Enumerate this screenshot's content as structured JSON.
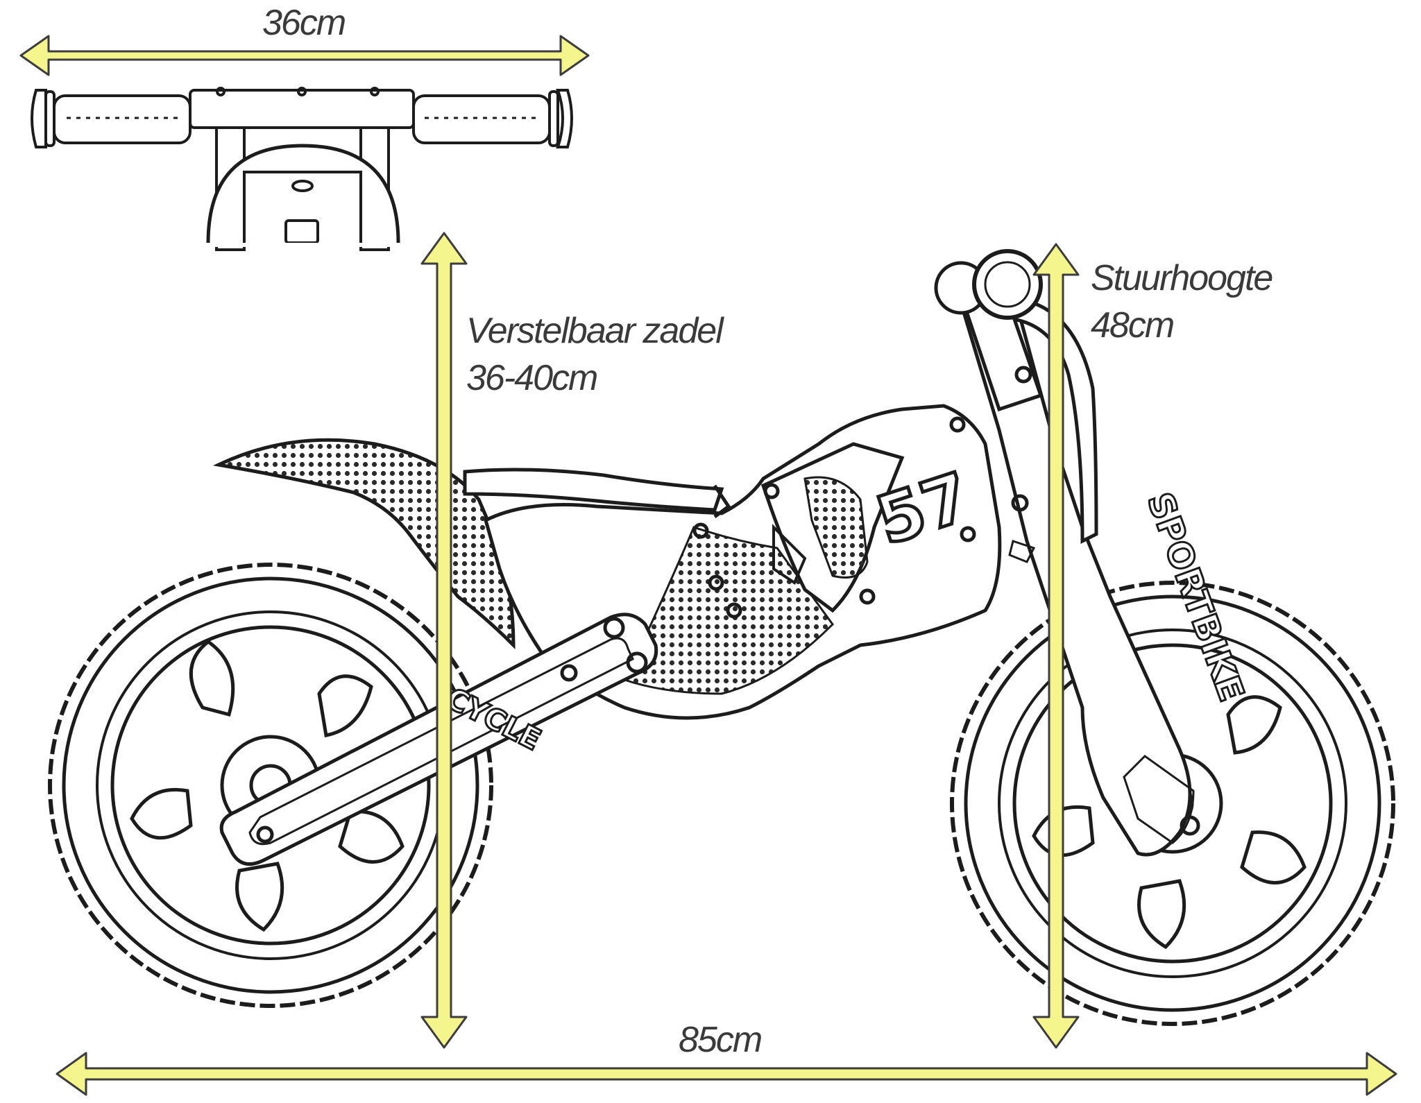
{
  "dimensions": {
    "handlebar_width": "36cm",
    "saddle_label": "Verstelbaar zadel",
    "saddle_range": "36-40cm",
    "handlebar_height_label": "Stuurhoogte",
    "handlebar_height": "48cm",
    "total_length": "85cm"
  },
  "decals": {
    "race_number": "57",
    "frame_text": "CYCLE",
    "fork_text": "SPORTBIKE"
  },
  "colors": {
    "arrow_fill": "#f4f58c",
    "arrow_stroke": "#3c3c3c",
    "line_art": "#1c1c1c",
    "label_text": "#3a3a3a"
  }
}
